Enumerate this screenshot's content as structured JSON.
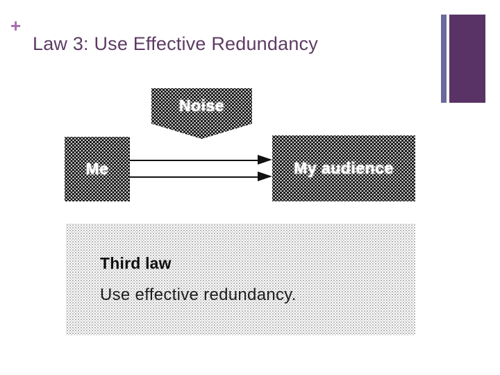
{
  "slide": {
    "bullet_symbol": "+",
    "title": "Law 3: Use Effective Redundancy"
  },
  "diagram": {
    "noise_label": "Noise",
    "sender_label": "Me",
    "receiver_label": "My audience"
  },
  "callout": {
    "heading": "Third law",
    "body": "Use effective redundancy."
  },
  "colors": {
    "title_text": "#5e3b64",
    "bullet_plus": "#a76ab1",
    "accent_bar_thin": "#6a6a9b",
    "accent_bar_wide": "#5a3366",
    "dark_texture_dot": "#0a0a0a",
    "light_texture_dot": "#b4b4b4",
    "shape_label_text": "#ffffff",
    "callout_text": "#0e0e0e",
    "arrow": "#111111"
  }
}
